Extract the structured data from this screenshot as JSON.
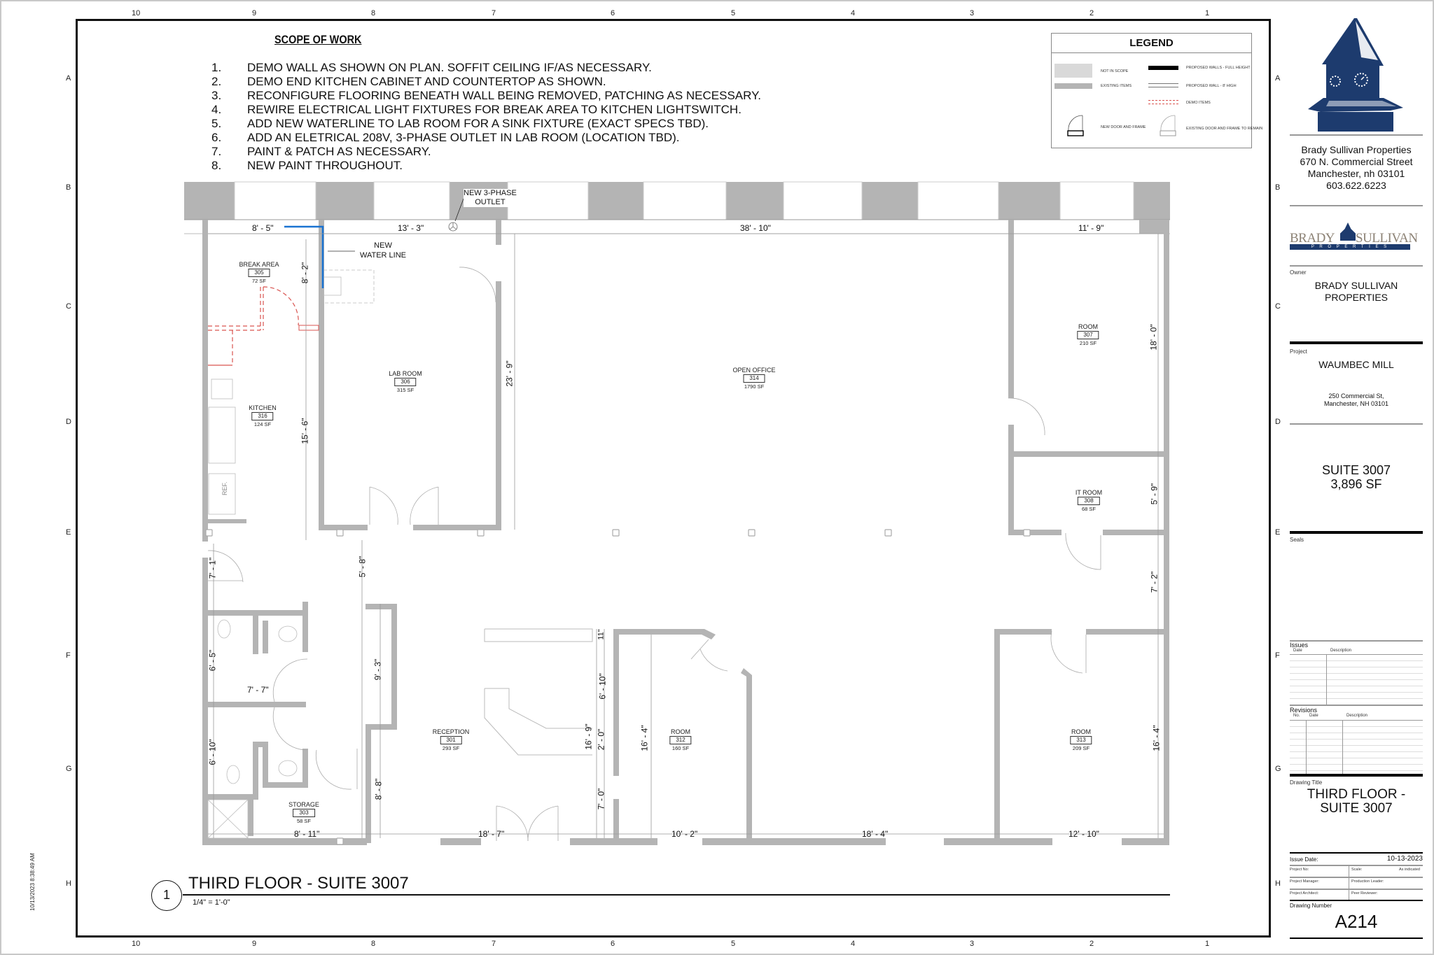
{
  "sheet": {
    "grid_columns": [
      "10",
      "9",
      "8",
      "7",
      "6",
      "5",
      "4",
      "3",
      "2",
      "1"
    ],
    "grid_rows": [
      "A",
      "B",
      "C",
      "D",
      "E",
      "F",
      "G",
      "H"
    ],
    "timestamp": "10/13/2023 8:38:49 AM"
  },
  "scope_of_work": {
    "title": "SCOPE OF WORK",
    "items": [
      {
        "num": "1.",
        "text": "DEMO WALL AS SHOWN ON PLAN. SOFFIT CEILING IF/AS NECESSARY."
      },
      {
        "num": "2.",
        "text": "DEMO END KITCHEN CABINET AND COUNTERTOP AS SHOWN."
      },
      {
        "num": "3.",
        "text": "RECONFIGURE FLOORING BENEATH WALL BEING REMOVED, PATCHING AS NECESSARY."
      },
      {
        "num": "4.",
        "text": "REWIRE ELECTRICAL LIGHT FIXTURES FOR BREAK AREA TO KITCHEN LIGHTSWITCH."
      },
      {
        "num": "5.",
        "text": "ADD NEW WATERLINE TO LAB ROOM FOR A SINK FIXTURE (EXACT SPECS TBD)."
      },
      {
        "num": "6.",
        "text": "ADD AN ELETRICAL 208V, 3-PHASE OUTLET IN LAB ROOM (LOCATION TBD)."
      },
      {
        "num": "7.",
        "text": "PAINT & PATCH AS NECESSARY."
      },
      {
        "num": "8.",
        "text": "NEW PAINT THROUGHOUT."
      }
    ]
  },
  "legend": {
    "title": "LEGEND",
    "items": {
      "not_in_scope": "NOT IN SCOPE",
      "existing_items": "EXISTING ITEMS",
      "proposed_full": "PROPOSED WALLS - FULL HEIGHT",
      "proposed_8ft": "PROPOSED WALL - 8' HIGH",
      "demo_items": "DEMO ITEMS",
      "new_door": "NEW DOOR AND FRAME",
      "existing_door": "EXISTING DOOR AND FRAME TO REMAIN"
    },
    "colors": {
      "not_in_scope": "#d9d9d9",
      "existing": "#b4b4b4",
      "demo": "#d9534f",
      "proposed": "#000000"
    }
  },
  "plan": {
    "annotations": {
      "outlet": [
        "NEW 3-PHASE",
        "OUTLET"
      ],
      "water_line": [
        "NEW",
        "WATER LINE"
      ],
      "ref": "REF."
    },
    "colors": {
      "wall": "#b4b4b4",
      "water_line": "#1a73d1",
      "demo": "#d9534f"
    },
    "rooms": [
      {
        "name": "BREAK AREA",
        "number": "305",
        "area": "72 SF"
      },
      {
        "name": "LAB ROOM",
        "number": "306",
        "area": "315 SF"
      },
      {
        "name": "KITCHEN",
        "number": "316",
        "area": "124 SF"
      },
      {
        "name": "OPEN OFFICE",
        "number": "314",
        "area": "1790 SF"
      },
      {
        "name": "ROOM",
        "number": "307",
        "area": "210 SF"
      },
      {
        "name": "IT ROOM",
        "number": "308",
        "area": "68 SF"
      },
      {
        "name": "RECEPTION",
        "number": "301",
        "area": "293 SF"
      },
      {
        "name": "ROOM",
        "number": "312",
        "area": "160 SF"
      },
      {
        "name": "ROOM",
        "number": "313",
        "area": "209 SF"
      },
      {
        "name": "STORAGE",
        "number": "303",
        "area": "58 SF"
      }
    ],
    "dimensions": {
      "top_8_5": "8' - 5\"",
      "top_13_3": "13' - 3\"",
      "top_38_10": "38' - 10\"",
      "top_11_9": "11' - 9\"",
      "v_8_2": "8' - 2\"",
      "v_15_6": "15' - 6\"",
      "v_23_9": "23' - 9\"",
      "v_18_0": "18' - 0\"",
      "v_5_9": "5' - 9\"",
      "v_7_2": "7' - 2\"",
      "v_7_1": "7' - 1\"",
      "v_5_8": "5' - 8\"",
      "v_6_5": "6' - 5\"",
      "h_7_7": "7' - 7\"",
      "v_9_3": "9' - 3\"",
      "v_6_10": "6' - 10\"",
      "v_8_8": "8' - 8\"",
      "h_8_11": "8' - 11\"",
      "v_11": "11\"",
      "v_6_10b": "6' - 10\"",
      "v_16_9": "16' - 9\"",
      "v_2_0": "2' - 0\"",
      "v_7_0": "7' - 0\"",
      "v_16_4a": "16' - 4\"",
      "v_16_4b": "16' - 4\"",
      "bot_18_7": "18' - 7\"",
      "bot_10_2": "10' - 2\"",
      "bot_18_4": "18' - 4\"",
      "bot_12_10": "12' - 10\""
    }
  },
  "view_title": {
    "number": "1",
    "title": "THIRD FLOOR - SUITE 3007",
    "scale": "1/4\" = 1'-0\""
  },
  "title_block": {
    "company": {
      "name": "Brady Sullivan Properties",
      "address1": "670 N. Commercial Street",
      "address2": "Manchester, nh 03101",
      "phone": "603.622.6223",
      "logo_word1": "BRADY",
      "logo_word2": "SULLIVAN",
      "logo_sub": "P R O P E R T I E S",
      "brand_color": "#1d3b6e",
      "logo_text_color": "#8c8275"
    },
    "owner_label": "Owner",
    "owner_lines": [
      "BRADY SULLIVAN",
      "PROPERTIES"
    ],
    "project_label": "Project",
    "project_name": "WAUMBEC MILL",
    "project_address": [
      "250 Commercial St,",
      "Manchester, NH 03101"
    ],
    "suite_lines": [
      "SUITE 3007",
      "3,896 SF"
    ],
    "seals_label": "Seals",
    "issues": {
      "label": "Issues",
      "columns": [
        "Date",
        "Description"
      ]
    },
    "revisions": {
      "label": "Revisions",
      "columns": [
        "No.",
        "Date",
        "Description"
      ]
    },
    "drawing_title_label": "Drawing Title",
    "drawing_title": [
      "THIRD FLOOR -",
      "SUITE 3007"
    ],
    "issue_date_label": "Issue Date:",
    "issue_date": "10-13-2023",
    "fields": {
      "project_no": "Project No:",
      "scale_label": "Scale:",
      "scale_value": "As indicated",
      "project_manager": "Project Manager:",
      "production_leader": "Production Leader:",
      "project_architect": "Project Architect:",
      "peer_reviewer": "Peer Reviewer:"
    },
    "drawing_number_label": "Drawing Number",
    "drawing_number": "A214"
  }
}
